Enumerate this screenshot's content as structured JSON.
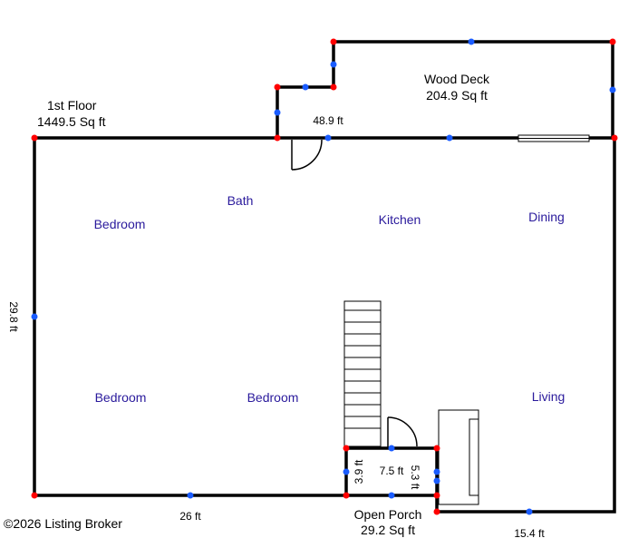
{
  "colors": {
    "wall": "#000000",
    "room_label": "#2a1a9c",
    "vertex_dot": "#ff0000",
    "midpoint_dot": "#1a5cff"
  },
  "first_floor": {
    "title": "1st Floor",
    "area": "1449.5 Sq ft"
  },
  "wood_deck": {
    "title": "Wood Deck",
    "area": "204.9 Sq ft"
  },
  "open_porch": {
    "title": "Open Porch",
    "area": "29.2 Sq ft"
  },
  "rooms": {
    "bedroom_top_left": "Bedroom",
    "bath": "Bath",
    "kitchen": "Kitchen",
    "dining": "Dining",
    "bedroom_bottom_left": "Bedroom",
    "bedroom_bottom_middle": "Bedroom",
    "living": "Living"
  },
  "dimensions": {
    "top_wall": "48.9 ft",
    "left_wall": "29.8 ft",
    "bottom_left_wall": "26 ft",
    "bottom_right_wall": "15.4 ft",
    "porch_width": "7.5 ft",
    "porch_left": "3.9 ft",
    "porch_right": "5.3 ft"
  },
  "copyright": "©2026 Listing Broker"
}
